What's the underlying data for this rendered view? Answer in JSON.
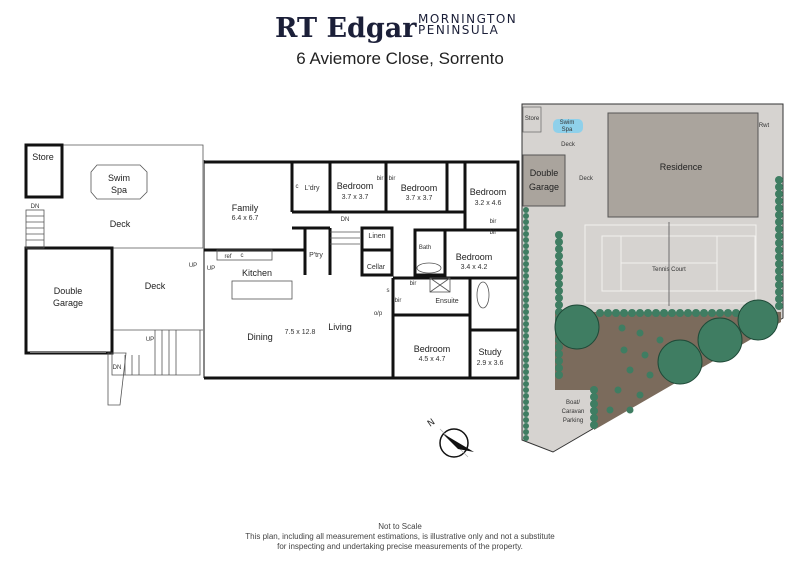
{
  "header": {
    "brand_name": "RT Edgar",
    "region_line1": "MORNINGTON",
    "region_line2": "PENINSULA",
    "address": "6 Aviemore Close, Sorrento"
  },
  "floor_plan": {
    "store": "Store",
    "swim_spa_line1": "Swim",
    "swim_spa_line2": "Spa",
    "upper_deck": "Deck",
    "lower_deck": "Deck",
    "garage_line1": "Double",
    "garage_line2": "Garage",
    "family": {
      "label": "Family",
      "dims": "6.4 x 6.7"
    },
    "laundry": "L'dry",
    "cupboard": "c",
    "kitchen": "Kitchen",
    "ref": "ref",
    "pantry": "P'try",
    "linen": "Linen",
    "cellar": "Cellar",
    "bath": "Bath",
    "ensuite": "Ensuite",
    "living": "Living",
    "dining": "Dining",
    "living_dims": "7.5 x 12.8",
    "study": {
      "label": "Study",
      "dims": "2.9 x 3.6"
    },
    "bedrooms": [
      {
        "label": "Bedroom",
        "dims": "3.7 x 3.7"
      },
      {
        "label": "Bedroom",
        "dims": "3.7 x 3.7"
      },
      {
        "label": "Bedroom",
        "dims": "3.2 x 4.6"
      },
      {
        "label": "Bedroom",
        "dims": "3.4 x 4.2"
      },
      {
        "label": "Bedroom",
        "dims": "4.5 x 4.7"
      }
    ],
    "bir": "bir",
    "s": "s",
    "op": "o/p",
    "up": "UP",
    "dn": "DN"
  },
  "site_plan": {
    "store": "Store",
    "swim_spa_line1": "Swim",
    "swim_spa_line2": "Spa",
    "deck": "Deck",
    "garage_line1": "Double",
    "garage_line2": "Garage",
    "residence": "Residence",
    "rwt": "Rwt",
    "tennis_court": "Tennis Court",
    "parking_line1": "Boat/",
    "parking_line2": "Caravan",
    "parking_line3": "Parking",
    "colors": {
      "ground": "#d6d3d0",
      "building": "#aaa49d",
      "garden": "#7b6b5c",
      "tree": "#3f7d62",
      "spa": "#8fd0ea"
    }
  },
  "compass": {
    "north": "N"
  },
  "footer": {
    "scale_note": "Not to Scale",
    "disclaimer_line1": "This plan, including all measurement estimations, is illustrative only and not a substitute",
    "disclaimer_line2": "for inspecting and undertaking precise measurements of the property."
  }
}
